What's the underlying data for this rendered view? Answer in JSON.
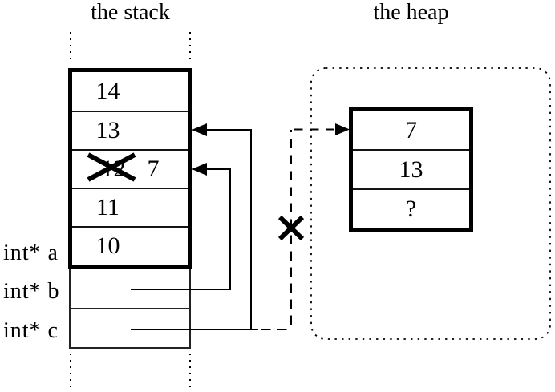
{
  "titles": {
    "stack": "the stack",
    "heap": "the heap"
  },
  "stack": {
    "rows": [
      {
        "value": "14"
      },
      {
        "value": "13"
      },
      {
        "crossed": "12",
        "replacement": "7"
      },
      {
        "value": "11"
      },
      {
        "value": "10"
      }
    ],
    "vars": [
      {
        "name": "int* a"
      },
      {
        "name": "int* b"
      },
      {
        "name": "int* c"
      }
    ]
  },
  "heap": {
    "rows": [
      {
        "value": "7"
      },
      {
        "value": "13"
      },
      {
        "value": "?"
      }
    ]
  },
  "colors": {
    "ink": "#000000",
    "background": "#ffffff"
  }
}
